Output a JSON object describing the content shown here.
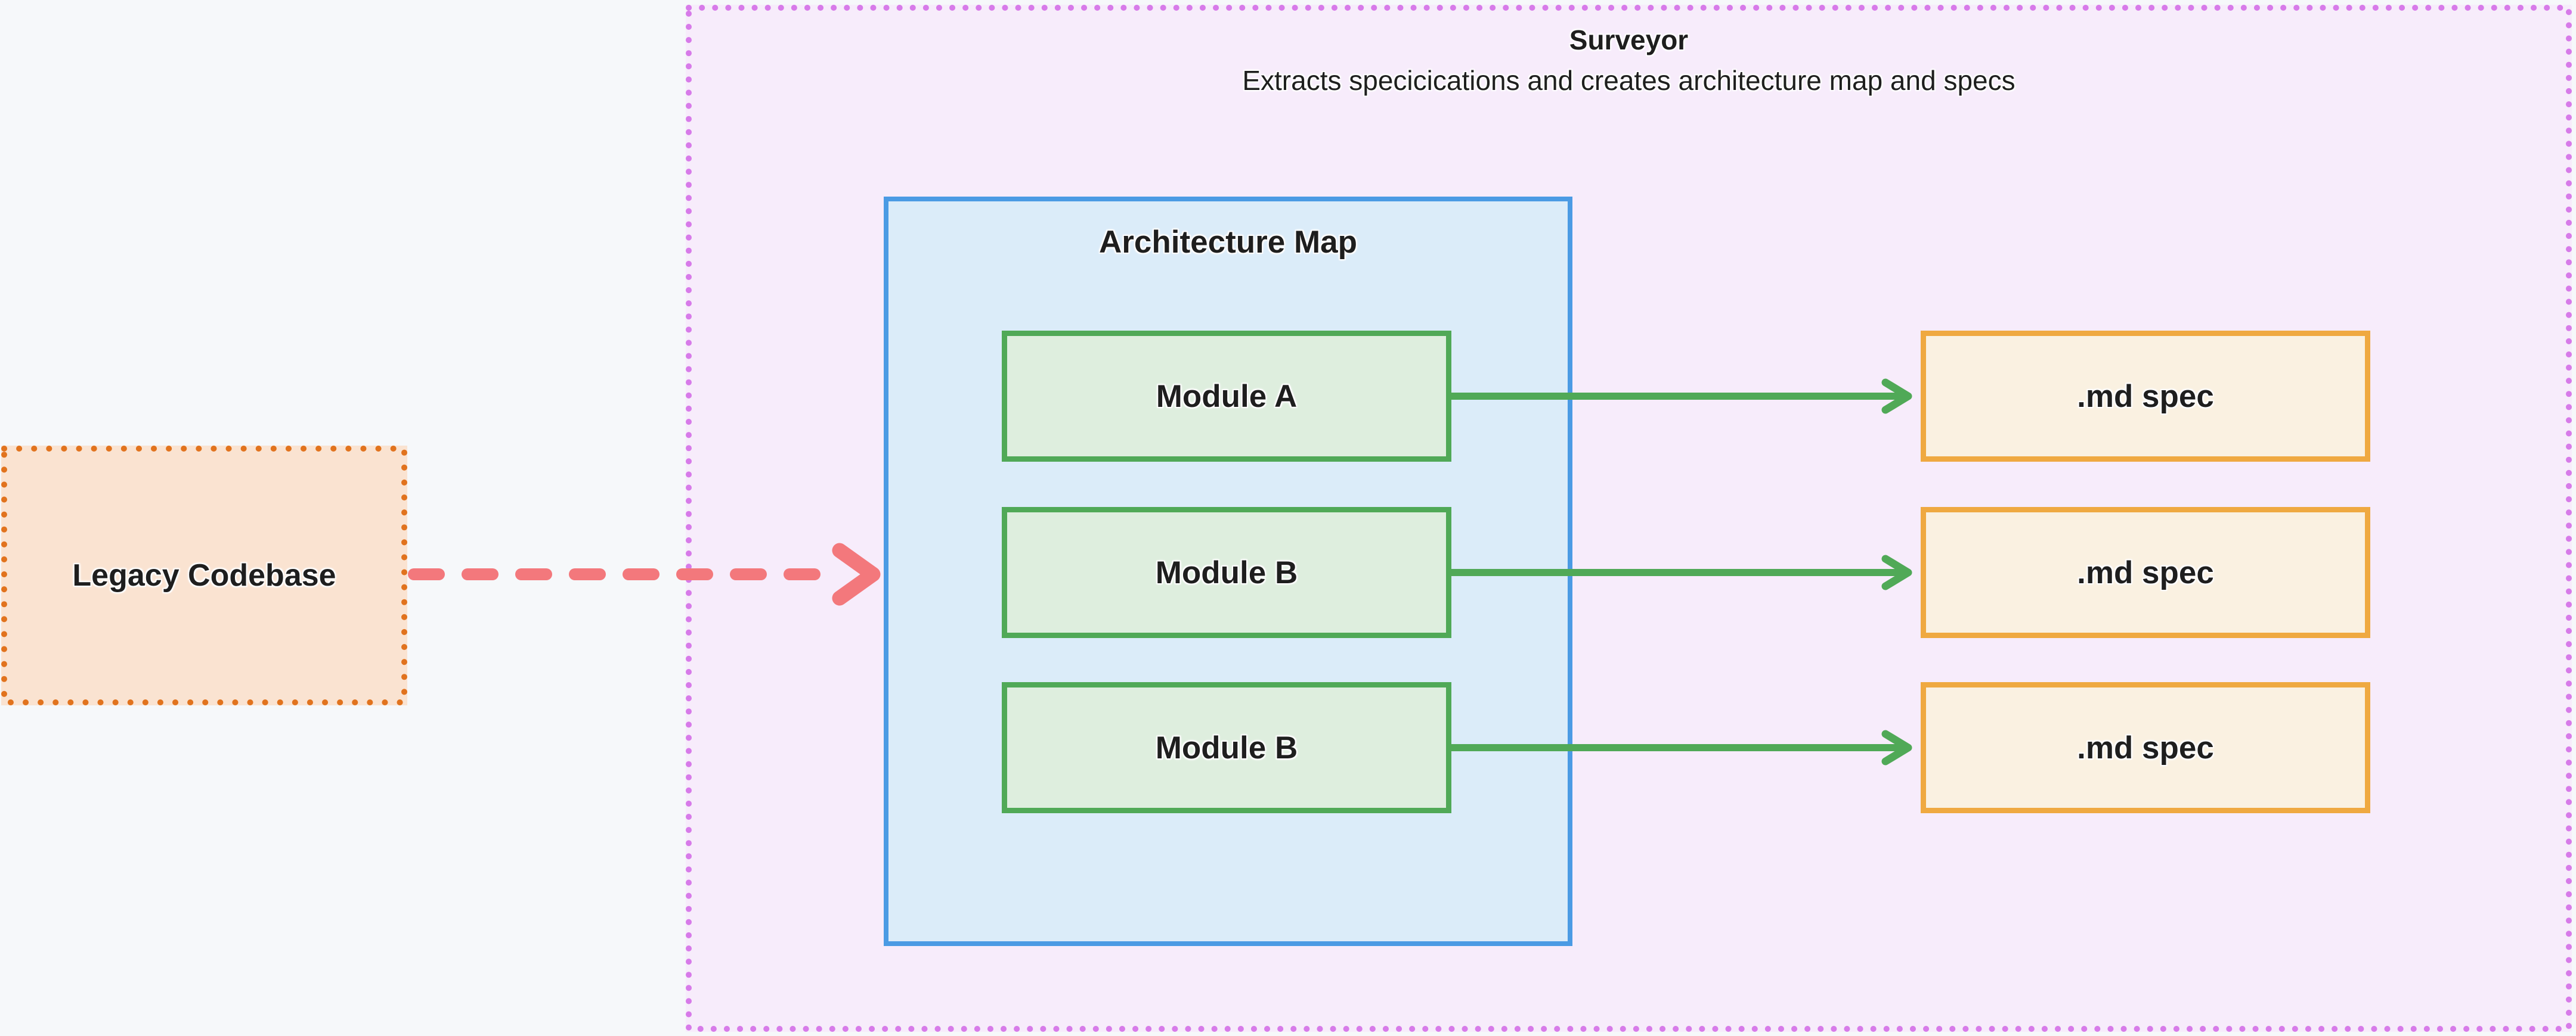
{
  "legacy": {
    "label": "Legacy Codebase"
  },
  "surveyor": {
    "title": "Surveyor",
    "subtitle": "Extracts specicications and creates architecture map and specs"
  },
  "architecture_map": {
    "title": "Architecture Map",
    "modules": [
      {
        "label": "Module A"
      },
      {
        "label": "Module B"
      },
      {
        "label": "Module B"
      }
    ]
  },
  "specs": [
    {
      "label": ".md spec"
    },
    {
      "label": ".md spec"
    },
    {
      "label": ".md spec"
    }
  ],
  "colors": {
    "background": "#f6f8fa",
    "legacy_fill": "#fae3d1",
    "legacy_border": "#e1731e",
    "surveyor_fill": "#f7ecfb",
    "surveyor_border": "#d77be9",
    "map_fill": "#dbecf9",
    "map_border": "#4b9be4",
    "module_fill": "#deeede",
    "module_border": "#50a957",
    "spec_fill": "#faf1e1",
    "spec_border": "#efa941",
    "red_arrow": "#f3787c",
    "green_arrow": "#50a957",
    "text": "#1e1e1e"
  }
}
